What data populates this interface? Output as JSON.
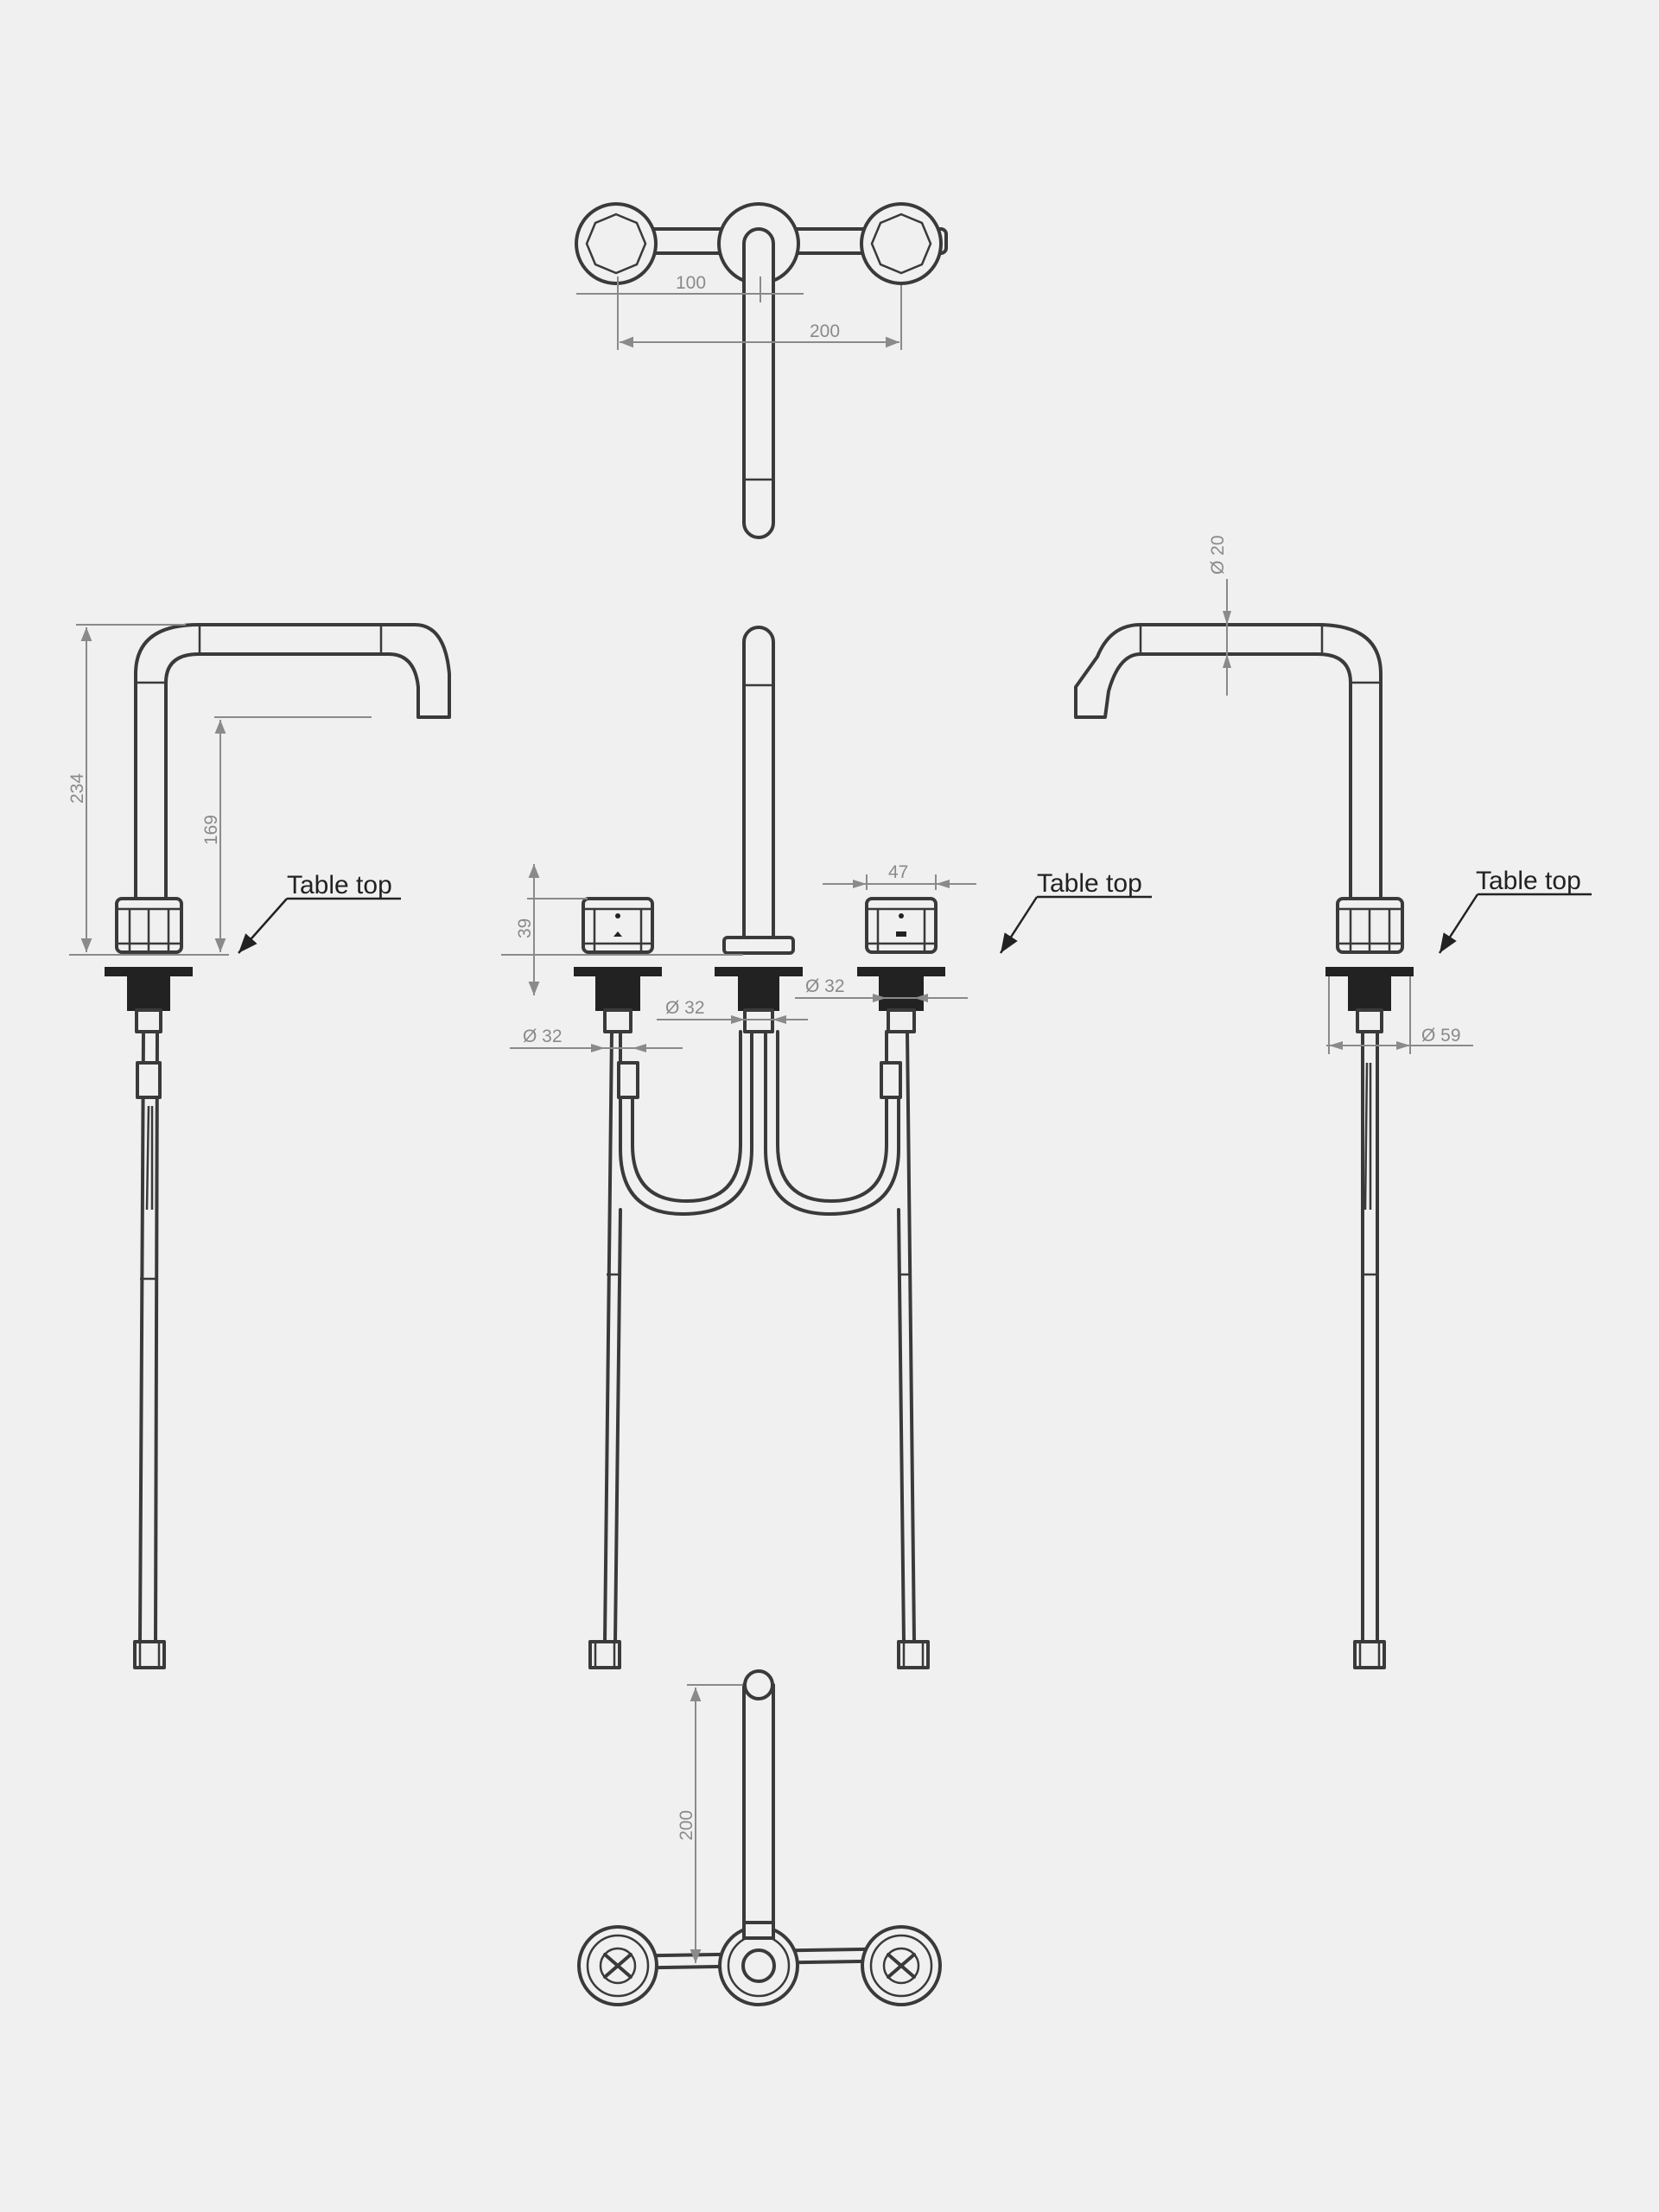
{
  "labels": {
    "table_top": "Table top"
  },
  "dimensions": {
    "top_spacing_small": "100",
    "top_spacing_large": "200",
    "left_total_height": "234",
    "left_spout_height": "169",
    "spout_diameter": "Ø 20",
    "handle_height": "39",
    "handle_width": "47",
    "left_shank_diameter": "Ø 32",
    "middle_shank_diameter": "Ø 32",
    "right_shank_diameter": "Ø 32",
    "flange_diameter": "Ø 59",
    "bottom_spout_reach": "200"
  }
}
